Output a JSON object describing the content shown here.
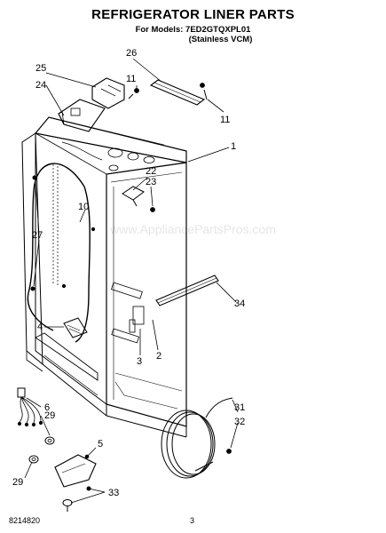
{
  "header": {
    "title": "REFRIGERATOR LINER PARTS",
    "models_line": "For Models: 7ED2GTQXPL01",
    "variant_line": "(Stainless VCM)"
  },
  "watermark": "www.AppliancePartsPros.com",
  "callouts": {
    "c25": "25",
    "c24": "24",
    "c26": "26",
    "c11a": "11",
    "c11b": "11",
    "c1": "1",
    "c22": "22",
    "c23": "23",
    "c10": "10",
    "c27": "27",
    "c34": "34",
    "c4": "4",
    "c3": "3",
    "c2": "2",
    "c6": "6",
    "c29a": "29",
    "c29b": "29",
    "c5": "5",
    "c31": "31",
    "c32": "32",
    "c33": "33"
  },
  "footer": {
    "part_number": "8214820",
    "page_number": "3"
  }
}
